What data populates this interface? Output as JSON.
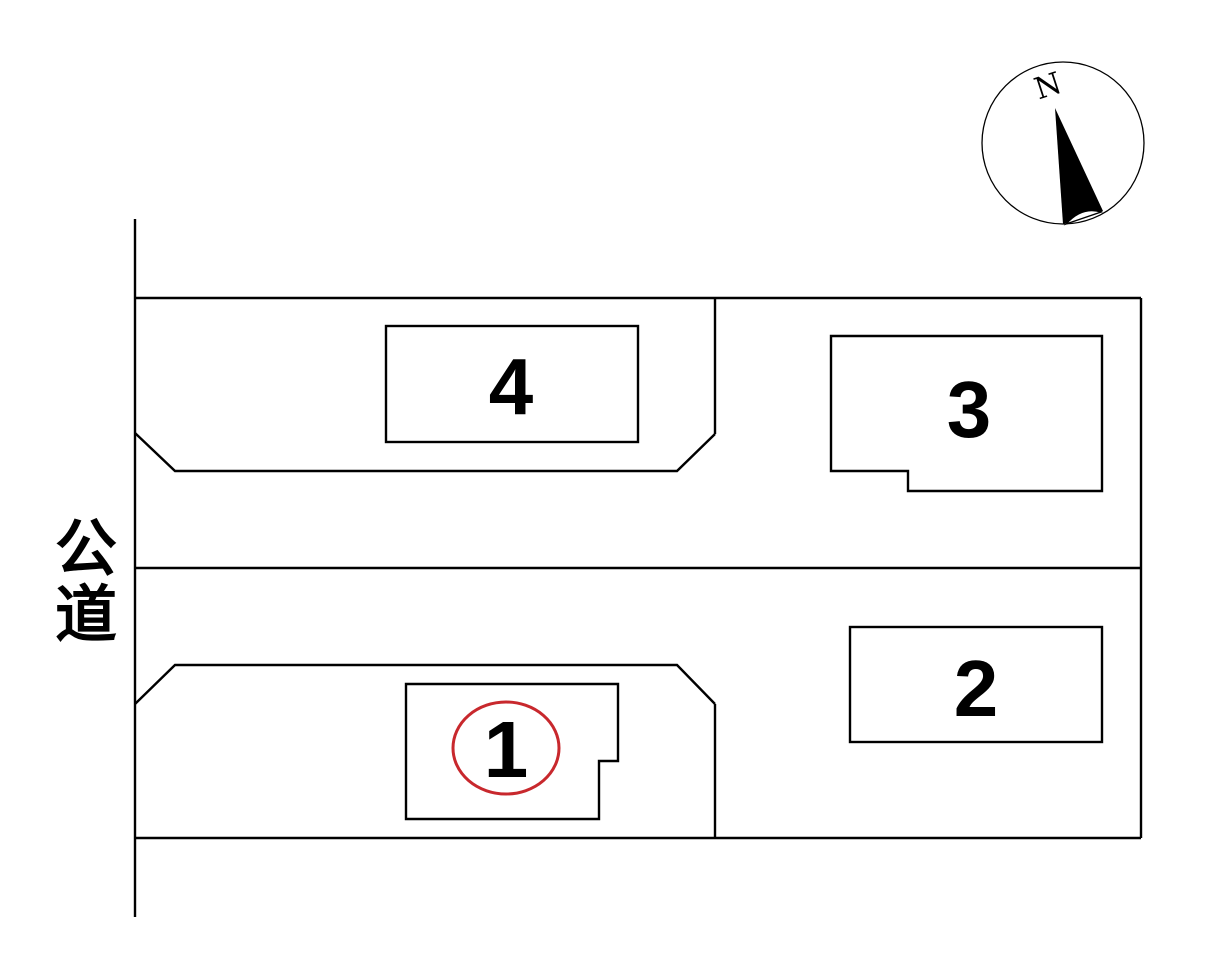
{
  "road": {
    "label_char_1": "公",
    "label_char_2": "道"
  },
  "compass": {
    "north_label": "N"
  },
  "lots": [
    {
      "number": "4",
      "highlighted": false
    },
    {
      "number": "3",
      "highlighted": false
    },
    {
      "number": "2",
      "highlighted": false
    },
    {
      "number": "1",
      "highlighted": true
    }
  ],
  "colors": {
    "line": "#000000",
    "highlight_circle": "#c8282d"
  }
}
